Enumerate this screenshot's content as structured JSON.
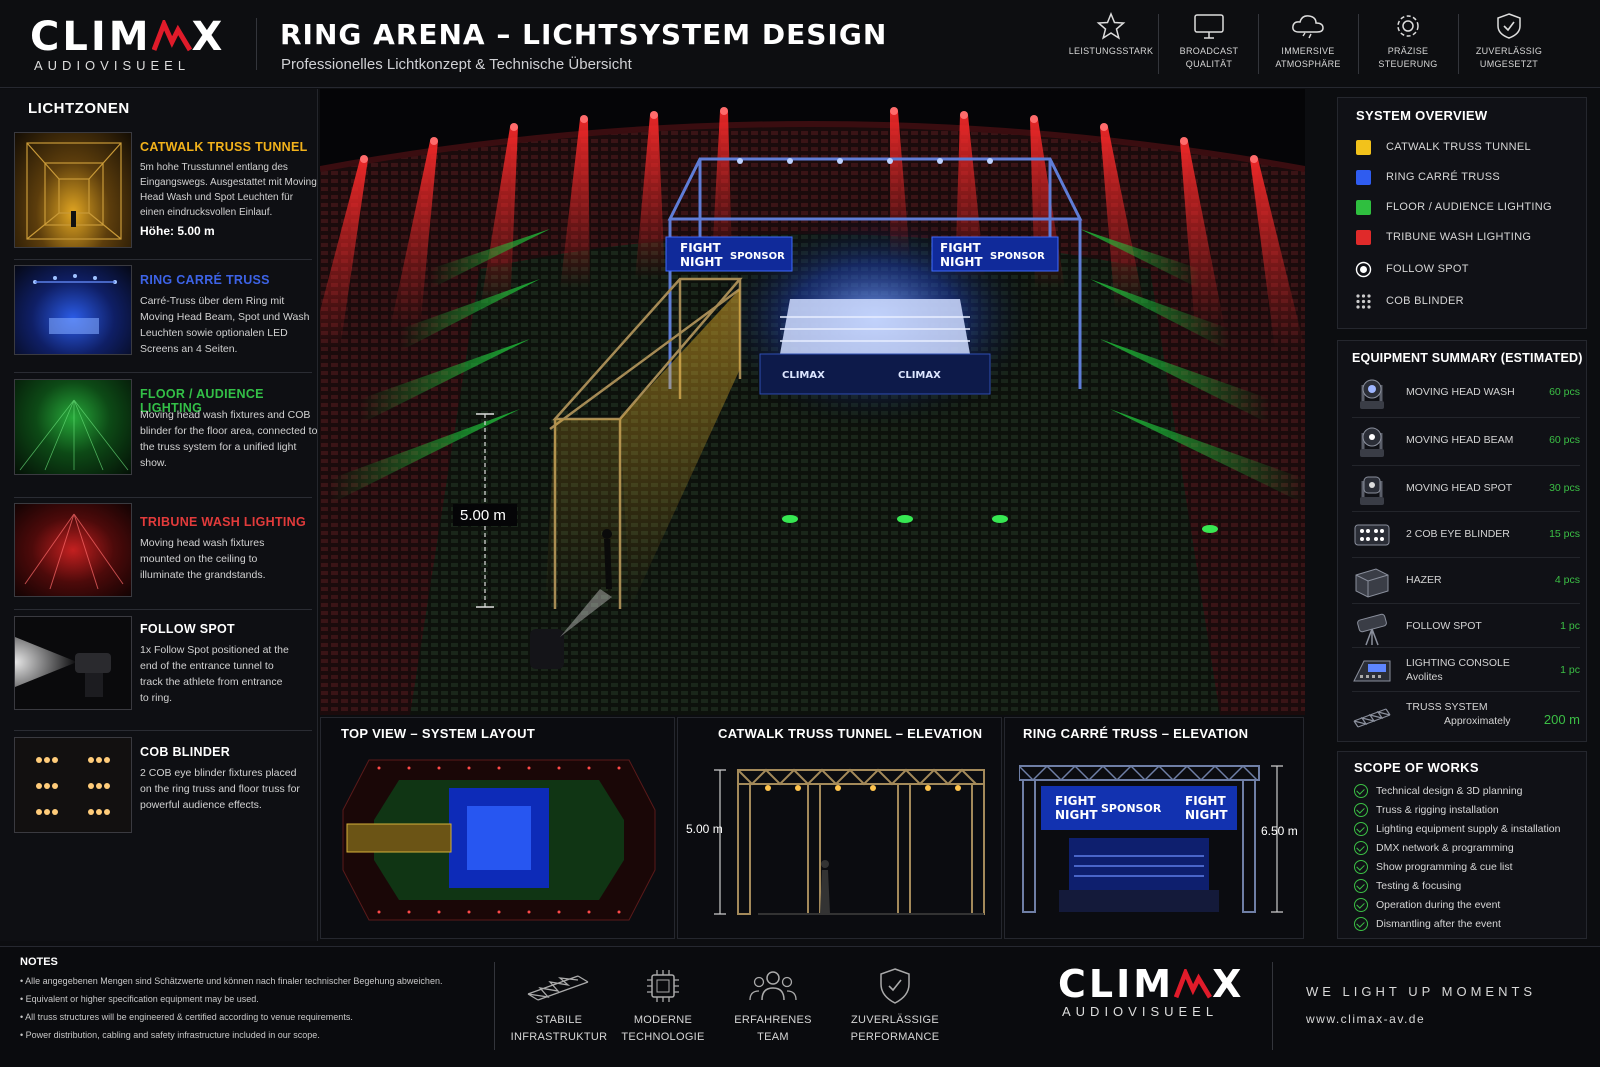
{
  "brand": {
    "logo_main": "CLIMAX",
    "logo_sub": "AUDIOVISUEEL",
    "tagline": "WE LIGHT UP MOMENTS",
    "website": "www.climax-av.de"
  },
  "header": {
    "title": "RING ARENA – LICHTSYSTEM DESIGN",
    "subtitle": "Professionelles Lichtkonzept & Technische Übersicht",
    "features": [
      {
        "icon": "star-icon",
        "line1": "LEISTUNGSSTARK",
        "line2": ""
      },
      {
        "icon": "monitor-icon",
        "line1": "BROADCAST",
        "line2": "QUALITÄT"
      },
      {
        "icon": "cloud-icon",
        "line1": "IMMERSIVE",
        "line2": "ATMOSPHÄRE"
      },
      {
        "icon": "gear-icon",
        "line1": "PRÄZISE",
        "line2": "STEUERUNG"
      },
      {
        "icon": "shield-icon",
        "line1": "ZUVERLÄSSIG",
        "line2": "UMGESETZT"
      }
    ]
  },
  "zones": {
    "heading": "LICHTZONEN",
    "items": [
      {
        "title": "CATWALK TRUSS TUNNEL",
        "color": "#f2b21b",
        "desc": "5m hohe Trusstunnel entlang des Eingangswegs. Ausgestattet mit Moving Head Wash und Spot Leuchten für einen eindrucksvollen Einlauf.",
        "height": "Höhe: 5.00 m"
      },
      {
        "title": "RING CARRÉ TRUSS",
        "color": "#3d63e6",
        "desc": "Carré-Truss über dem Ring mit Moving Head Beam, Spot und Wash Leuchten sowie optionalen LED Screens an 4 Seiten."
      },
      {
        "title": "FLOOR / AUDIENCE LIGHTING",
        "color": "#33c047",
        "desc": "Moving head wash fixtures and COB blinder for the floor area, connected to the truss system for a unified light show."
      },
      {
        "title": "TRIBUNE WASH LIGHTING",
        "color": "#e23b3b",
        "desc": "Moving head wash fixtures mounted on the ceiling to illuminate the grandstands."
      },
      {
        "title": "FOLLOW SPOT",
        "color": "#ffffff",
        "desc": "1x Follow Spot positioned at the end of the entrance tunnel to track the athlete from entrance to ring."
      },
      {
        "title": "COB BLINDER",
        "color": "#ffffff",
        "desc": "2 COB eye blinder fixtures placed on the ring truss and floor truss for powerful audience effects."
      }
    ]
  },
  "render": {
    "height_label": "5.00 m",
    "banner_fight": "FIGHT",
    "banner_night": "NIGHT",
    "banner_sponsor": "SPONSOR",
    "apron_logo": "CLIMAX"
  },
  "views": {
    "top": {
      "title": "TOP VIEW – SYSTEM LAYOUT"
    },
    "catwalk": {
      "title": "CATWALK TRUSS TUNNEL – ELEVATION",
      "dim": "5.00 m"
    },
    "ring": {
      "title": "RING CARRÉ TRUSS – ELEVATION",
      "dim": "6.50 m",
      "fight": "FIGHT",
      "night": "NIGHT",
      "sponsor": "SPONSOR"
    }
  },
  "overview": {
    "heading": "SYSTEM OVERVIEW",
    "items": [
      {
        "label": "CATWALK TRUSS TUNNEL",
        "color": "#f2c21b"
      },
      {
        "label": "RING CARRÉ TRUSS",
        "color": "#2f5cf0"
      },
      {
        "label": "FLOOR / AUDIENCE LIGHTING",
        "color": "#2fbf3f"
      },
      {
        "label": "TRIBUNE WASH LIGHTING",
        "color": "#e02a2a"
      },
      {
        "label": "FOLLOW SPOT",
        "icon": "target-icon"
      },
      {
        "label": "COB BLINDER",
        "icon": "dot-grid-icon"
      }
    ]
  },
  "equipment": {
    "heading": "EQUIPMENT SUMMARY (ESTIMATED)",
    "items": [
      {
        "name": "MOVING HEAD WASH",
        "sub": "",
        "qty": "60 pcs",
        "icon": "moving-head-wash-icon"
      },
      {
        "name": "MOVING HEAD BEAM",
        "sub": "",
        "qty": "60 pcs",
        "icon": "moving-head-beam-icon"
      },
      {
        "name": "MOVING HEAD SPOT",
        "sub": "",
        "qty": "30 pcs",
        "icon": "moving-head-spot-icon"
      },
      {
        "name": "2 COB EYE BLINDER",
        "sub": "",
        "qty": "15 pcs",
        "icon": "blinder-icon"
      },
      {
        "name": "HAZER",
        "sub": "",
        "qty": "4 pcs",
        "icon": "hazer-icon"
      },
      {
        "name": "FOLLOW SPOT",
        "sub": "",
        "qty": "1 pc",
        "icon": "follow-spot-icon"
      },
      {
        "name": "LIGHTING CONSOLE",
        "sub": "Avolites",
        "qty": "1 pc",
        "icon": "console-icon"
      },
      {
        "name": "TRUSS SYSTEM",
        "sub": "Approximately",
        "qty": "200 m",
        "icon": "truss-icon"
      }
    ]
  },
  "scope": {
    "heading": "SCOPE OF WORKS",
    "items": [
      "Technical design & 3D planning",
      "Truss & rigging installation",
      "Lighting equipment supply & installation",
      "DMX network & programming",
      "Show programming & cue list",
      "Testing & focusing",
      "Operation during the event",
      "Dismantling after the event"
    ]
  },
  "notes": {
    "heading": "NOTES",
    "items": [
      "Alle angegebenen Mengen sind Schätzwerte und können nach finaler technischer Begehung abweichen.",
      "Equivalent or higher specification equipment may be used.",
      "All truss structures will be engineered & certified according to venue requirements.",
      "Power distribution, cabling and safety infrastructure included in our scope."
    ]
  },
  "footer_icons": [
    {
      "line1": "STABILE",
      "line2": "INFRASTRUKTUR",
      "icon": "truss-icon"
    },
    {
      "line1": "MODERNE",
      "line2": "TECHNOLOGIE",
      "icon": "chip-icon"
    },
    {
      "line1": "ERFAHRENES",
      "line2": "TEAM",
      "icon": "team-icon"
    },
    {
      "line1": "ZUVERLÄSSIGE",
      "line2": "PERFORMANCE",
      "icon": "shield-icon"
    }
  ]
}
